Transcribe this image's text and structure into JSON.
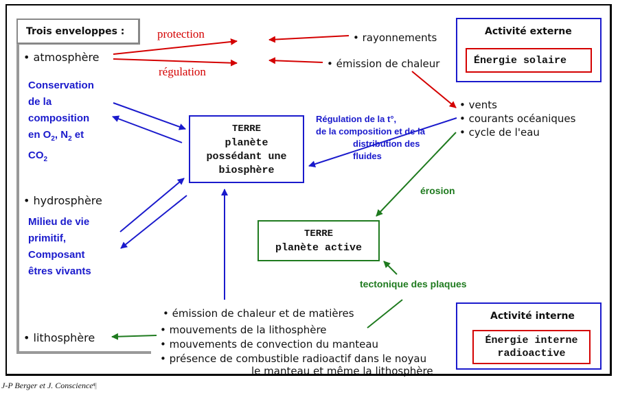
{
  "left": {
    "header": "Trois enveloppes :",
    "atmosphere": "• atmosphère",
    "atmo_desc": [
      "Conservation",
      "de la",
      "composition",
      "en O",
      "2",
      ", N",
      "2",
      " et",
      "CO",
      "2"
    ],
    "hydrosphere": "• hydrosphère",
    "hydro_desc": [
      "Milieu de vie",
      "primitif,",
      "Composant",
      "êtres vivants"
    ],
    "lithosphere": "• lithosphère"
  },
  "arrows_labels": {
    "protection": "protection",
    "regulation": "régulation",
    "regulation_fluids": [
      "Régulation de la t°,",
      "de la composition et de la",
      "distribution des",
      "fluides"
    ],
    "erosion": "érosion",
    "tectonics": "tectonique des plaques"
  },
  "top_right": {
    "rayonnements": "• rayonnements",
    "emission_chaleur": "• émission de chaleur",
    "vents": "• vents",
    "courants": "• courants océaniques",
    "cycle_eau": "• cycle de l'eau"
  },
  "external_activity": {
    "title": "Activité externe",
    "energy": "Énergie solaire"
  },
  "internal_activity": {
    "title": "Activité interne",
    "energy_line1": "Énergie interne",
    "energy_line2": "radioactive"
  },
  "earth_biosphere": {
    "line1": "TERRE",
    "line2": "planète",
    "line3": "possédant une",
    "line4": "biosphère"
  },
  "earth_active": {
    "line1": "TERRE",
    "line2": "planète active"
  },
  "bottom": {
    "emission_matieres": "• émission de chaleur et de matières",
    "mouvements_litho": "• mouvements de la lithosphère",
    "mouvements_convection": "• mouvements de convection du manteau",
    "combustible": "• présence de combustible radioactif dans le noyau",
    "combustible_cont": "le manteau et même la lithosphère"
  },
  "credit": "J-P Berger et J. Conscience",
  "credit_mark": "¶",
  "colors": {
    "red": "#d40000",
    "blue": "#1a1acc",
    "green": "#1e7a1e"
  }
}
